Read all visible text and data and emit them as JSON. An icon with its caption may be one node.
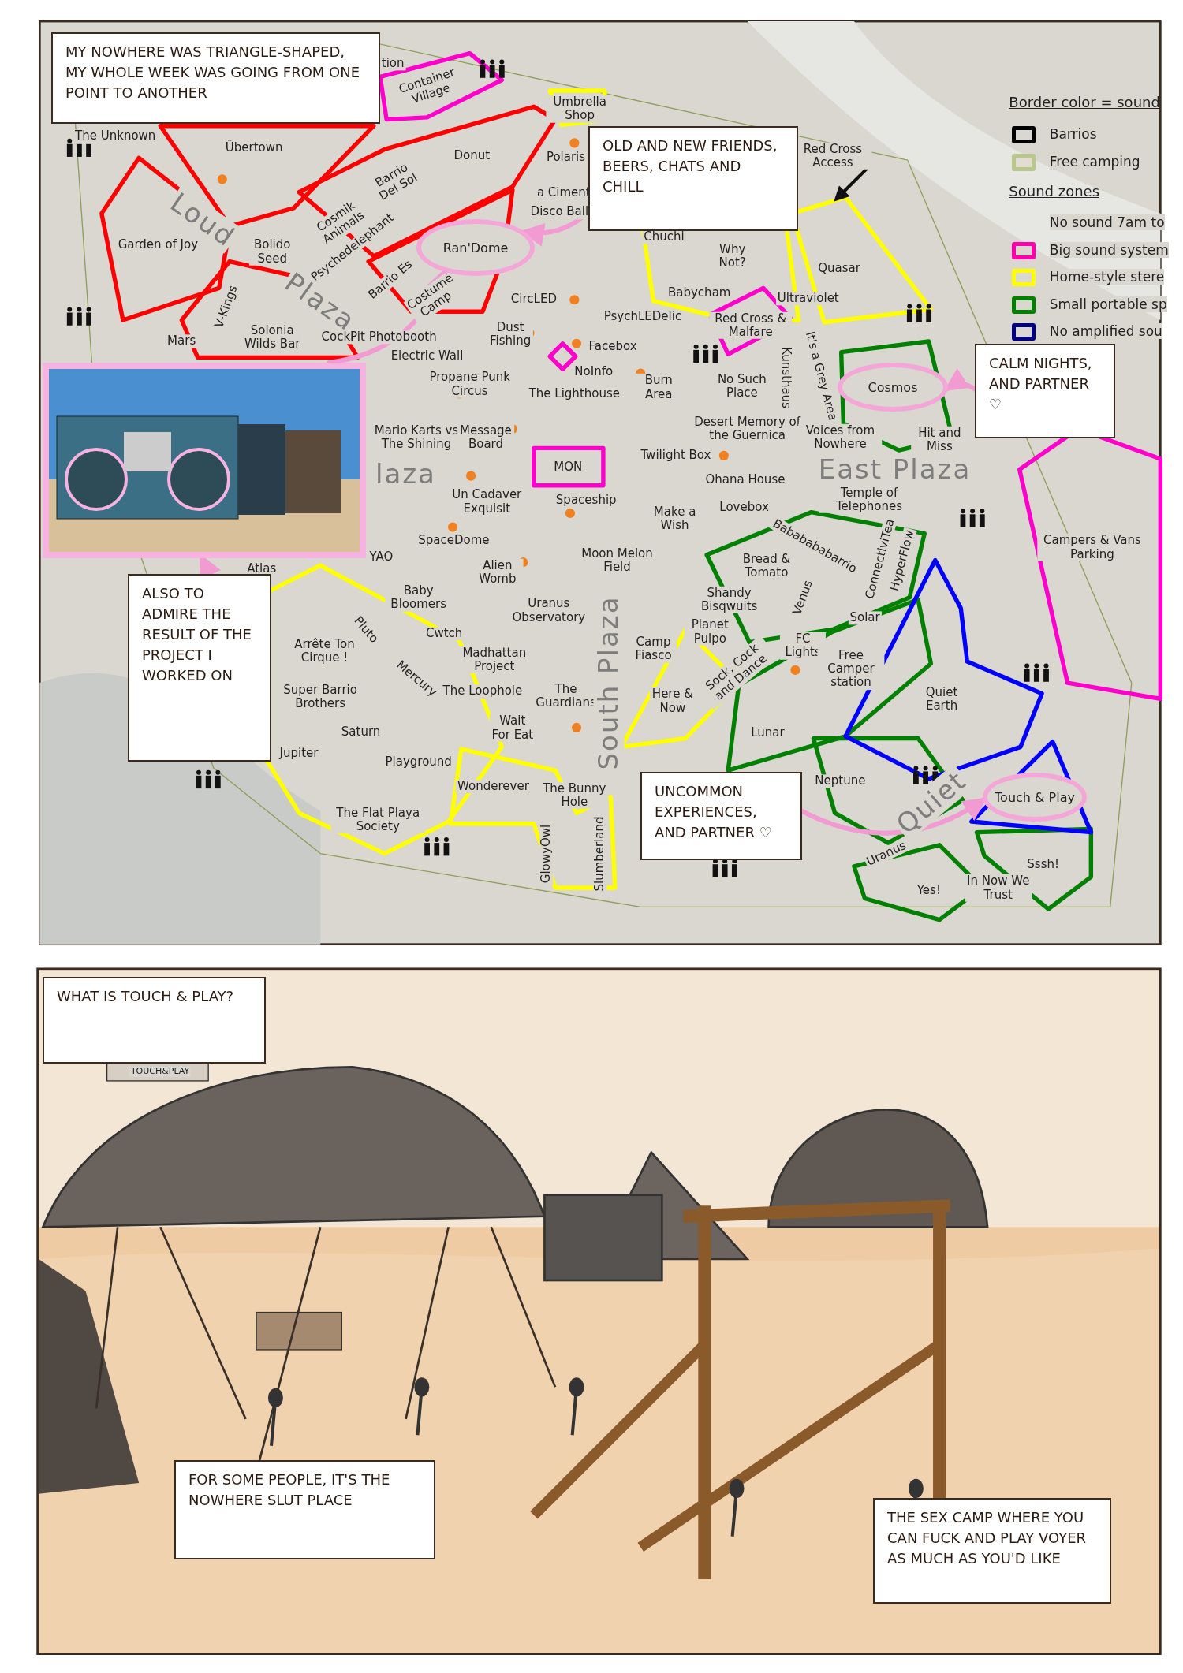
{
  "diagram": {
    "nodes": [
      {
        "text": [
          "MY NOWHERE WAS TRIANGLE-SHAPED, MY WHOLE WEEK WAS GOING FROM ONE POINT TO ANOTHER"
        ]
      },
      {
        "text": [
          "OLD AND NEW FRIENDS, BEERS, CHATS AND CHILL"
        ]
      },
      {
        "text": [
          "Ran'Dome"
        ]
      },
      {
        "text": [],
        "shape": "picture"
      },
      {
        "text": [
          "ALSO TO ADMIRE THE RESULT OF THE PROJECT I WORKED ON"
        ]
      },
      {
        "text": [
          "CALM NIGHTS, AND PARTNER ♡"
        ]
      },
      {
        "text": [
          "Cosmos"
        ]
      },
      {
        "text": [
          "UNCOMMON EXPERIENCES, AND PARTNER ♡"
        ]
      },
      {
        "text": [
          "Touch & Play"
        ]
      },
      {
        "text": [
          "WHAT IS TOUCH & PLAY?"
        ]
      },
      {
        "text": [
          "FOR SOME PEOPLE, IT'S THE NOWHERE SLUT PLACE"
        ]
      },
      {
        "text": [
          "THE SEX CAMP WHERE YOU CAN FUCK AND PLAY VOYER AS MUCH AS YOU'D LIKE"
        ]
      }
    ],
    "edges": [
      {
        "from": 1,
        "to": 2,
        "arrow": "to"
      },
      {
        "from": 3,
        "to": 2,
        "arrow": "to"
      },
      {
        "from": 4,
        "to": 3,
        "arrow": "to"
      },
      {
        "from": 5,
        "to": 6,
        "arrow": "to"
      },
      {
        "from": 7,
        "to": 8,
        "arrow": "to"
      }
    ],
    "labels": [
      "tion",
      "Container Village",
      "Umbrella Shop",
      "The Unknown",
      "Übertown",
      "Donut",
      "Polaris",
      "Red Cross Access",
      "Barrio Del Sol",
      "a Ciment",
      "Loud",
      "Cosmik Animals",
      "Disco Ball",
      "Garden of Joy",
      "Bolido Seed",
      "Psychedelephant",
      "Plaza",
      "Barrio Es",
      "Costume Camp",
      "Chuchi",
      "Why Not?",
      "Quasar",
      "Babycham",
      "Ultraviolet",
      "V-Kings",
      "CircLED",
      "PsychLEDelic",
      "Mars",
      "Solonia Wilds Bar",
      "CockPit Photobooth",
      "Dust Fishing",
      "Facebox",
      "Red Cross & Malfare",
      "Electric Wall",
      "Kunsthaus",
      "It's a Grey Area",
      "Propane Punk Circus",
      "NoInfo",
      "Burn Area",
      "No Such Place",
      "The Lighthouse",
      "Mario Karts vs The Shining",
      "Message Board",
      "Twilight Box",
      "MON",
      "Desert Memory of the Guernica",
      "Voices from Nowhere",
      "Hit and Miss",
      "Ohana House",
      "East Plaza",
      "Temple of Telephones",
      "laza",
      "Un Cadaver Exquisit",
      "Spaceship",
      "Make a Wish",
      "Lovebox",
      "Campers & Vans Parking",
      "Bababababarrio",
      "ConnectiviTea",
      "HyperFlow",
      "SpaceDome",
      "YAO",
      "Atlas",
      "Alien Womb",
      "Moon Melon Field",
      "Bread & Tomato",
      "Baby Bloomers",
      "Shandy Bisqwuits",
      "Uranus Observatory",
      "Venus",
      "Solar",
      "Cwtch",
      "Pluto",
      "Planet Pulpo",
      "Arrête Ton Cirque !",
      "Camp Fiasco",
      "FC Lights",
      "Free Camper station",
      "Madhattan Project",
      "Mercury",
      "Sock, Cock and Dance",
      "Super Barrio Brothers",
      "The Loophole",
      "The Guardians",
      "Here & Now",
      "Quiet Earth",
      "Wait For Eat",
      "Saturn",
      "Lunar",
      "Jupiter",
      "Playground",
      "South Plaza",
      "Wonderever",
      "The Bunny Hole",
      "Neptune",
      "Quiet",
      "The Flat Playa Society",
      "Uranus",
      "Sssh!",
      "GlowyOwl",
      "Slumberland",
      "Yes!",
      "In Now We Trust",
      "Border color = sound",
      "Sound zones",
      "TOUCH&PLAY"
    ],
    "legend": [
      {
        "text": "Barrios",
        "color": "#000000"
      },
      {
        "text": "Free camping",
        "color": "#b8c88c"
      },
      {
        "text": "No sound 7am to"
      },
      {
        "text": "Big sound system",
        "color": "#ff00aa"
      },
      {
        "text": "Home-style stere",
        "color": "#ffff00"
      },
      {
        "text": "Small portable sp",
        "color": "#008000"
      },
      {
        "text": "No amplified sou",
        "color": "#000080"
      }
    ]
  }
}
